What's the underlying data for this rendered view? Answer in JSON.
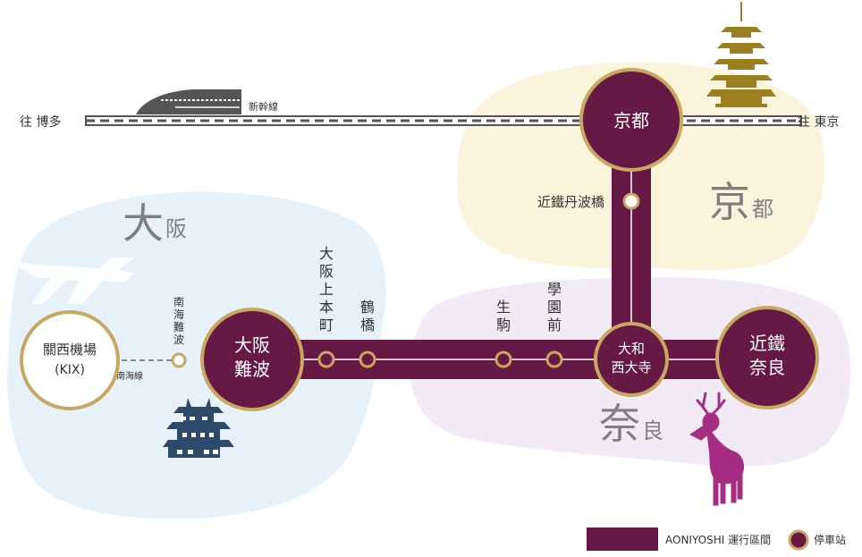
{
  "shinkansen": {
    "label": "新幹線",
    "west": "往 博多",
    "east": "往 東京"
  },
  "regions": {
    "osaka": {
      "big": "大",
      "small": "阪",
      "color": "#e7f1fa"
    },
    "kyoto": {
      "big": "京",
      "small": "都",
      "color": "#fbf4dc"
    },
    "nara": {
      "big": "奈",
      "small": "良",
      "color": "#f2ebf6"
    }
  },
  "major_stations": {
    "kyoto": "京都",
    "osaka_namba_1": "大阪",
    "osaka_namba_2": "難波",
    "yamato_1": "大和",
    "yamato_2": "西大寺",
    "kintetsu_nara_1": "近鐵",
    "kintetsu_nara_2": "奈良",
    "kix_1": "關西機場",
    "kix_2": "(KIX)"
  },
  "minor_stations": {
    "tambabashi": "近鐵丹波橋",
    "uehommachi": [
      "大",
      "阪",
      "上",
      "本",
      "町"
    ],
    "tsuruhashi": [
      "鶴",
      "橋"
    ],
    "ikoma": [
      "生",
      "駒"
    ],
    "gakuenmae": [
      "學",
      "園",
      "前"
    ],
    "nankai_namba": [
      "南",
      "海",
      "難",
      "波"
    ]
  },
  "nankai_line_label": "南海線",
  "legend": {
    "line_label": "AONIYOSHI 運行區間",
    "stop_label": "停車站"
  },
  "colors": {
    "line": "#651944",
    "stop_ring": "#c8a860",
    "pagoda": "#9c7f1f",
    "castle": "#2d4a6a",
    "deer": "#a52e83",
    "plane": "#ffffff"
  }
}
